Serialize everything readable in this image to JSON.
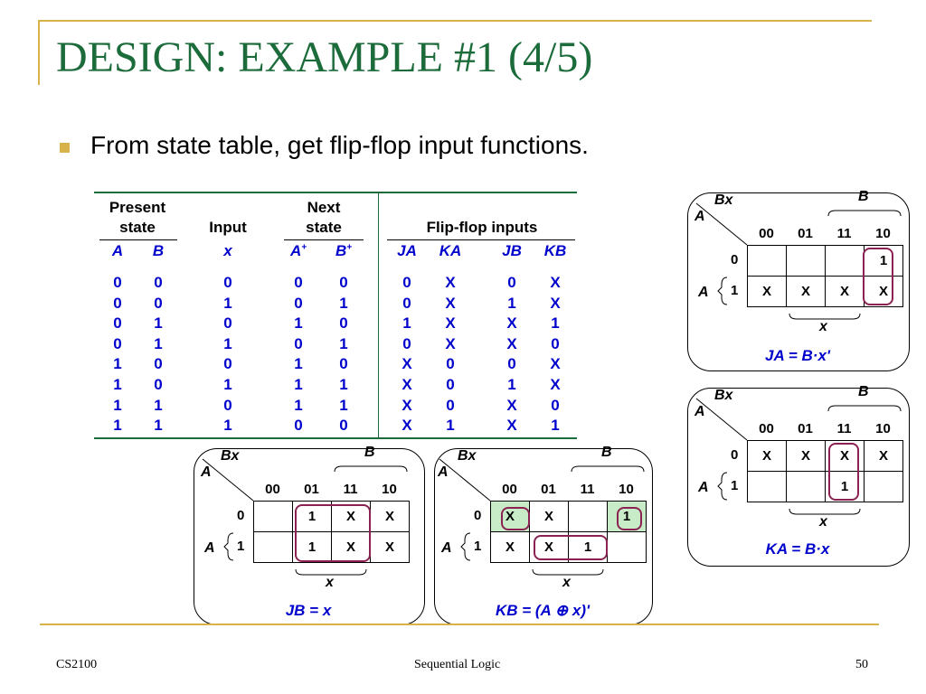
{
  "slide": {
    "title": "DESIGN: EXAMPLE #1 (4/5)",
    "bullet": "From state table, get flip-flop input functions.",
    "footer_left": "CS2100",
    "footer_center": "Sequential Logic",
    "footer_right": "50"
  },
  "colors": {
    "title": "#1c6b3a",
    "accent": "#d8b24a",
    "table_text": "#0000cc",
    "loop": "#8b2252",
    "highlight": "#c8ecc8"
  },
  "state_table": {
    "headers": {
      "present_line1": "Present",
      "present_line2": "state",
      "input": "Input",
      "next_line1": "Next",
      "next_line2": "state",
      "ff_inputs": "Flip-flop inputs"
    },
    "columns": [
      "A",
      "B",
      "x",
      "A",
      "B",
      "JA",
      "KA",
      "JB",
      "KB"
    ],
    "plus": "+",
    "rows": [
      [
        "0",
        "0",
        "0",
        "0",
        "0",
        "0",
        "X",
        "0",
        "X"
      ],
      [
        "0",
        "0",
        "1",
        "0",
        "1",
        "0",
        "X",
        "1",
        "X"
      ],
      [
        "0",
        "1",
        "0",
        "1",
        "0",
        "1",
        "X",
        "X",
        "1"
      ],
      [
        "0",
        "1",
        "1",
        "0",
        "1",
        "0",
        "X",
        "X",
        "0"
      ],
      [
        "1",
        "0",
        "0",
        "1",
        "0",
        "X",
        "0",
        "0",
        "X"
      ],
      [
        "1",
        "0",
        "1",
        "1",
        "1",
        "X",
        "0",
        "1",
        "X"
      ],
      [
        "1",
        "1",
        "0",
        "1",
        "1",
        "X",
        "0",
        "X",
        "0"
      ],
      [
        "1",
        "1",
        "1",
        "0",
        "0",
        "X",
        "1",
        "X",
        "1"
      ]
    ]
  },
  "kmaps": [
    {
      "id": "ja",
      "var_cols": "Bx",
      "var_row": "A",
      "B": "B",
      "x": "x",
      "cols": [
        "00",
        "01",
        "11",
        "10"
      ],
      "rows": [
        "0",
        "1"
      ],
      "cells": [
        [
          "",
          "",
          "",
          "1"
        ],
        [
          "X",
          "X",
          "X",
          "X"
        ]
      ],
      "function": "JA = B·x'"
    },
    {
      "id": "ka",
      "var_cols": "Bx",
      "var_row": "A",
      "B": "B",
      "x": "x",
      "cols": [
        "00",
        "01",
        "11",
        "10"
      ],
      "rows": [
        "0",
        "1"
      ],
      "cells": [
        [
          "X",
          "X",
          "X",
          "X"
        ],
        [
          "",
          "",
          "1",
          ""
        ]
      ],
      "function": "KA = B·x"
    },
    {
      "id": "jb",
      "var_cols": "Bx",
      "var_row": "A",
      "B": "B",
      "x": "x",
      "cols": [
        "00",
        "01",
        "11",
        "10"
      ],
      "rows": [
        "0",
        "1"
      ],
      "cells": [
        [
          "",
          "1",
          "X",
          "X"
        ],
        [
          "",
          "1",
          "X",
          "X"
        ]
      ],
      "function": "JB = x"
    },
    {
      "id": "kb",
      "var_cols": "Bx",
      "var_row": "A",
      "B": "B",
      "x": "x",
      "cols": [
        "00",
        "01",
        "11",
        "10"
      ],
      "rows": [
        "0",
        "1"
      ],
      "cells": [
        [
          "X",
          "X",
          "",
          "1"
        ],
        [
          "X",
          "X",
          "1",
          ""
        ]
      ],
      "function": "KB = (A ⊕ x)'"
    }
  ]
}
